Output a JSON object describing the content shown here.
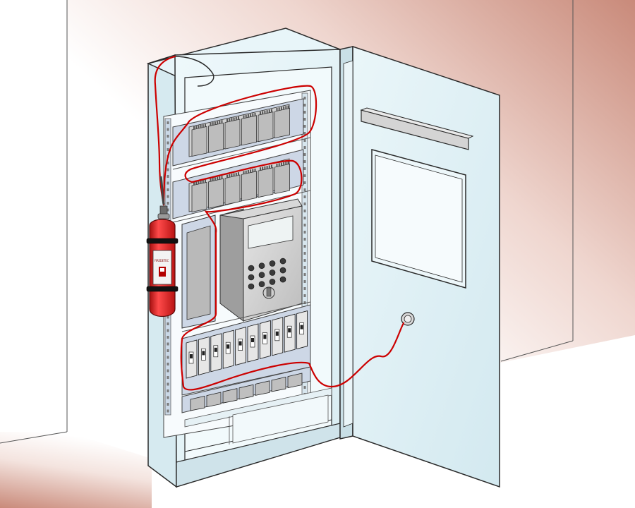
{
  "scene": {
    "subject": "electrical-cabinet-with-automatic-fire-suppression",
    "colors": {
      "room_gradient_start": "#c98a7a",
      "room_gradient_end": "#ffffff",
      "cabinet": "#e4f2f6",
      "cabinet_shade": "#cfe3ea",
      "outline": "#2a2a2a",
      "panel": "#cdd7e6",
      "module": "#c9c9c9",
      "extinguisher": "#d81e1e",
      "detection_tube": "#cc0000"
    },
    "extinguisher": {
      "label_text": "FIREDETEC",
      "icons": [
        "fire-extinguisher-icon",
        "pressure-gauge-icon"
      ]
    },
    "door": {
      "has_viewing_window": true,
      "has_handle_bar": true,
      "has_lock": true
    },
    "components": [
      "relay-module-row-top",
      "relay-module-row-middle",
      "din-rail-enclosure",
      "control-box-with-display",
      "circuit-breaker-row",
      "terminal-block-row",
      "detection-tube"
    ]
  }
}
